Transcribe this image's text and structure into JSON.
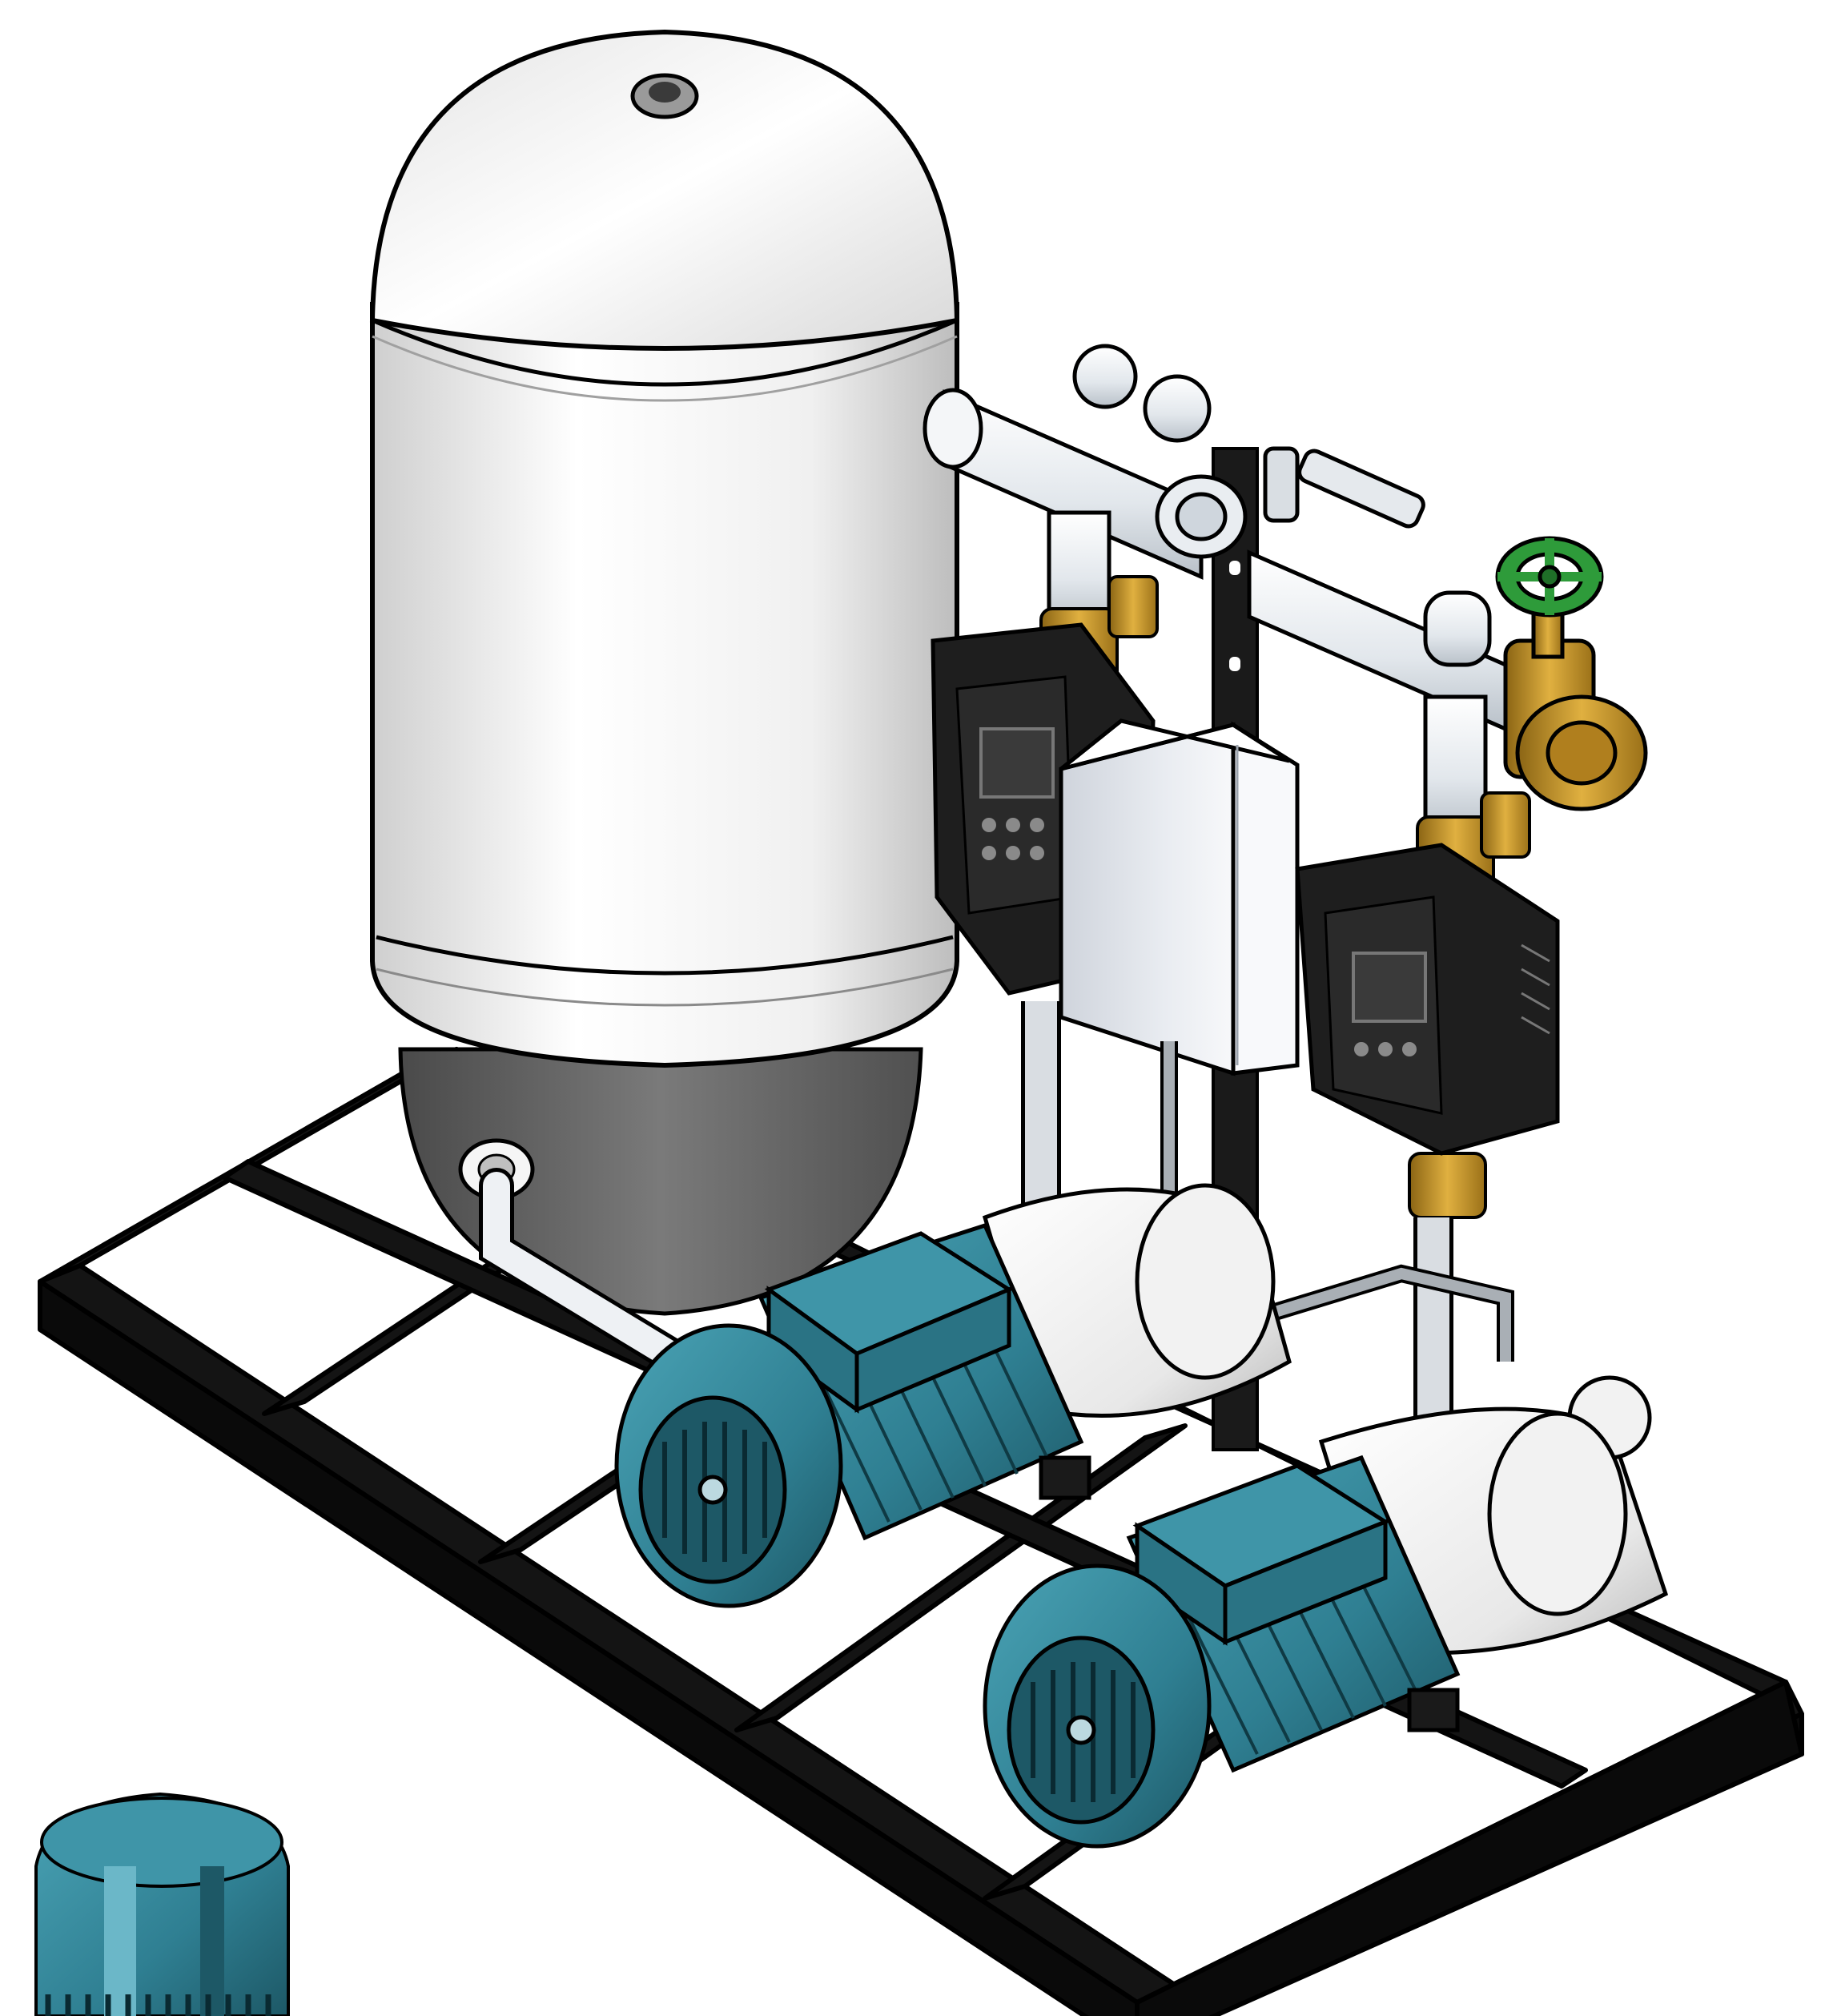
{
  "colors": {
    "background": "#ffffff",
    "frame": "#141414",
    "tank_body": "#f2f2f2",
    "tank_base": "#6b6b6b",
    "pipe": "#e6eaee",
    "motor_teal": "#2f7f92",
    "motor_teal_dark": "#1f5c6b",
    "brass": "#c9962a",
    "controller_black": "#1e1e1e",
    "control_box": "#dfe3ea",
    "valve_handwheel": "#2e9b3a"
  },
  "components": {
    "tank": "pressure-tank",
    "manifold": "discharge-manifold",
    "gate_valve": "gate-valve",
    "control_box": "control-panel-box",
    "inverter_left": "pump-inverter-controller",
    "inverter_right": "pump-inverter-controller",
    "pump_left": "electric-pump-motor",
    "pump_right": "electric-pump-motor",
    "base_frame": "steel-base-frame",
    "motor_fan_cover": "motor-fan-cover-detail"
  }
}
